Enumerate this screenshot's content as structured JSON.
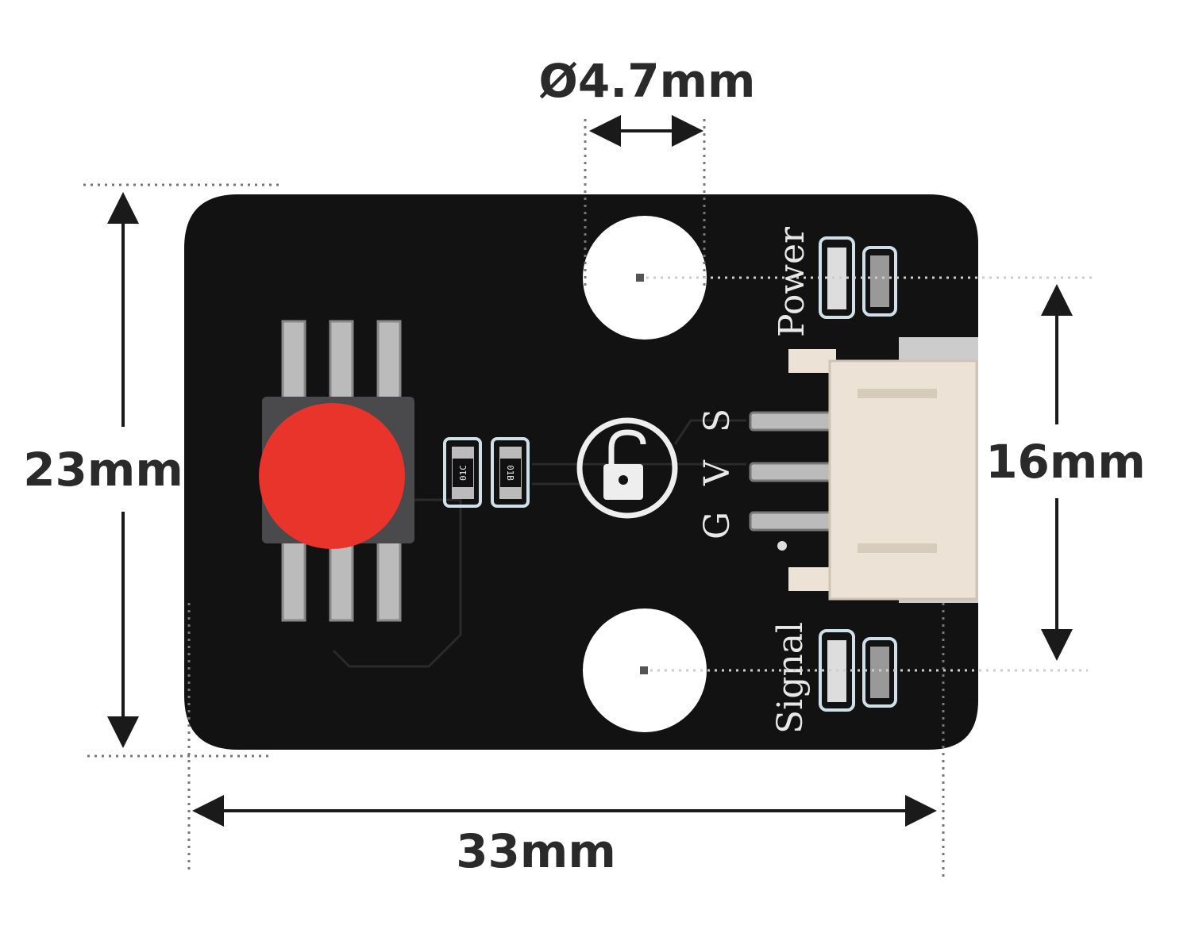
{
  "dimensions": {
    "hole_diameter": "Ø4.7mm",
    "height": "23mm",
    "width": "33mm",
    "hole_spacing": "16mm"
  },
  "board": {
    "silkscreen": {
      "power": "Power",
      "signal": "Signal",
      "pin_s": "S",
      "pin_v": "V",
      "pin_g": "G"
    },
    "resistor_labels": [
      "01C",
      "01B"
    ],
    "colors": {
      "pcb": "#111111",
      "button": "#e8342a",
      "connector": "#ece3d6"
    }
  }
}
